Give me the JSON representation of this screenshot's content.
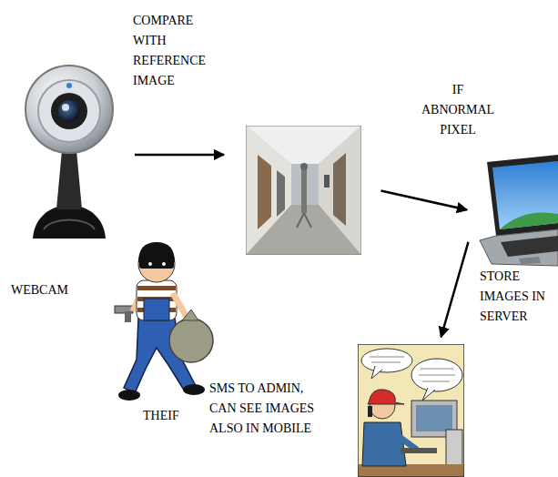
{
  "diagram": {
    "nodes": [
      {
        "text": [
          "WEBCAM"
        ]
      },
      {
        "text": []
      },
      {
        "text": [
          "STORE IMAGES IN SERVER"
        ]
      },
      {
        "text": [
          "THEIF"
        ]
      },
      {
        "text": [
          "SMS TO ADMIN, CAN SEE IMAGES ALSO IN MOBILE"
        ]
      }
    ],
    "edges": [
      {
        "from": 0,
        "to": 1,
        "arrow": "to",
        "label": "COMPARE WITH REFERENCE IMAGE"
      },
      {
        "from": 1,
        "to": 2,
        "arrow": "to",
        "label": "IF ABNORMAL PIXEL"
      },
      {
        "from": 2,
        "to": 4,
        "arrow": "to"
      }
    ]
  }
}
